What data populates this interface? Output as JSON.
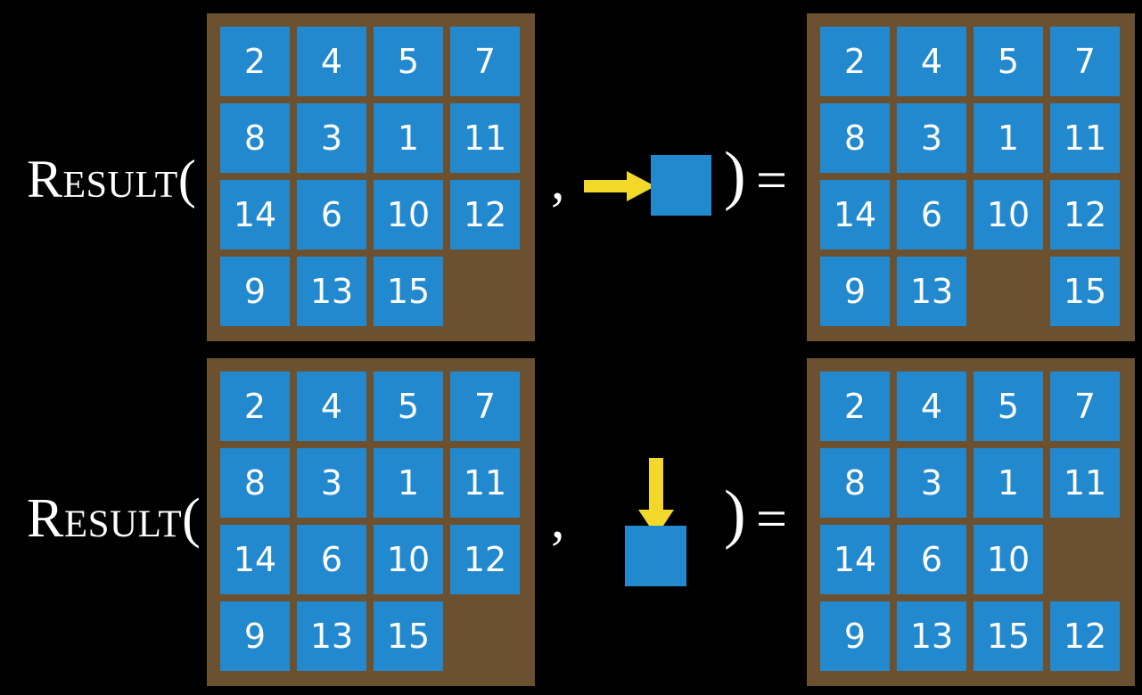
{
  "title": "RESULT function applied to 15-puzzle states",
  "colors": {
    "background": "#000000",
    "board_frame": "#6b5130",
    "tile": "#2389cf",
    "tile_text": "#ffffff",
    "arrow": "#f2d829",
    "text": "#ffffff"
  },
  "rows": [
    {
      "id": "row1",
      "label": "Result(",
      "comma": ",",
      "close_paren": ")",
      "equals": "=",
      "action": {
        "name": "move-blank-right",
        "arrow_direction": "right",
        "arrow_icon": "arrow-right-icon",
        "target": "blank-square"
      },
      "left_board": {
        "rows": 4,
        "cols": 4,
        "cells": [
          [
            "2",
            "4",
            "5",
            "7"
          ],
          [
            "8",
            "3",
            "1",
            "11"
          ],
          [
            "14",
            "6",
            "10",
            "12"
          ],
          [
            "9",
            "13",
            "15",
            ""
          ]
        ]
      },
      "right_board": {
        "rows": 4,
        "cols": 4,
        "cells": [
          [
            "2",
            "4",
            "5",
            "7"
          ],
          [
            "8",
            "3",
            "1",
            "11"
          ],
          [
            "14",
            "6",
            "10",
            "12"
          ],
          [
            "9",
            "13",
            "",
            "15"
          ]
        ]
      }
    },
    {
      "id": "row2",
      "label": "Result(",
      "comma": ",",
      "close_paren": ")",
      "equals": "=",
      "action": {
        "name": "move-blank-down",
        "arrow_direction": "down",
        "arrow_icon": "arrow-down-icon",
        "target": "blank-square"
      },
      "left_board": {
        "rows": 4,
        "cols": 4,
        "cells": [
          [
            "2",
            "4",
            "5",
            "7"
          ],
          [
            "8",
            "3",
            "1",
            "11"
          ],
          [
            "14",
            "6",
            "10",
            "12"
          ],
          [
            "9",
            "13",
            "15",
            ""
          ]
        ]
      },
      "right_board": {
        "rows": 4,
        "cols": 4,
        "cells": [
          [
            "2",
            "4",
            "5",
            "7"
          ],
          [
            "8",
            "3",
            "1",
            "11"
          ],
          [
            "14",
            "6",
            "10",
            ""
          ],
          [
            "9",
            "13",
            "15",
            "12"
          ]
        ]
      }
    }
  ]
}
